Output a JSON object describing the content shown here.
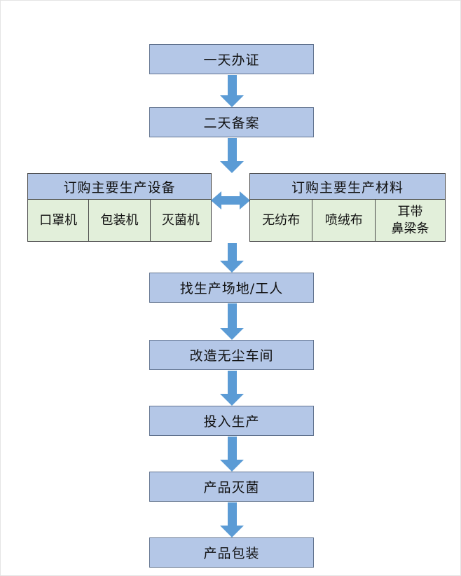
{
  "colors": {
    "box_fill": "#b4c7e7",
    "cell_fill": "#e2efda",
    "arrow": "#5b9bd5"
  },
  "steps": {
    "permit": "一天办证",
    "filing": "二天备案",
    "site": "找生产场地/工人",
    "workshop": "改造无尘车间",
    "production": "投入生产",
    "sterilize": "产品灭菌",
    "packaging": "产品包装"
  },
  "equipment_table": {
    "header": "订购主要生产设备",
    "cells": [
      "口罩机",
      "包装机",
      "灭菌机"
    ]
  },
  "materials_table": {
    "header": "订购主要生产材料",
    "cells": [
      "无纺布",
      "喷绒布",
      "耳带\n鼻梁条"
    ]
  }
}
